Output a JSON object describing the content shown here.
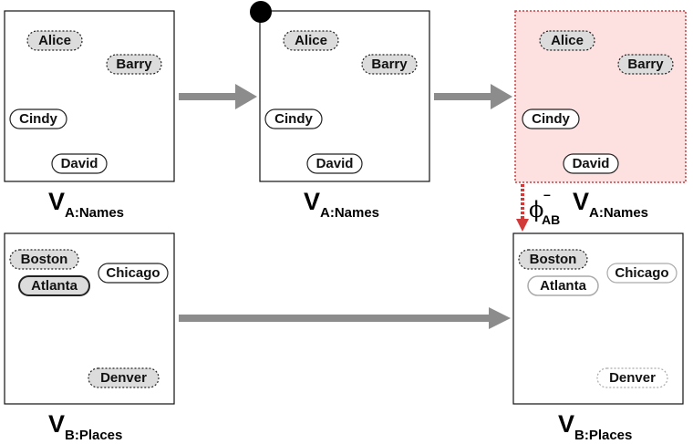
{
  "diagram": {
    "names_caption": {
      "main": "V",
      "sub": "A:Names"
    },
    "places_caption": {
      "main": "V",
      "sub": "B:Places"
    },
    "operator": {
      "symbol": "ϕ",
      "superscript": "–",
      "subscript": "AB"
    },
    "names": [
      "Alice",
      "Barry",
      "Cindy",
      "David"
    ],
    "places": [
      "Boston",
      "Chicago",
      "Atlanta",
      "Denver"
    ],
    "colors": {
      "highlight_fill": "#fde0e0",
      "highlight_border": "#d23a3a",
      "arrow_gray": "#8c8c8c",
      "selected_fill": "#dcdcdc",
      "cursor_dot": "#000000"
    }
  }
}
